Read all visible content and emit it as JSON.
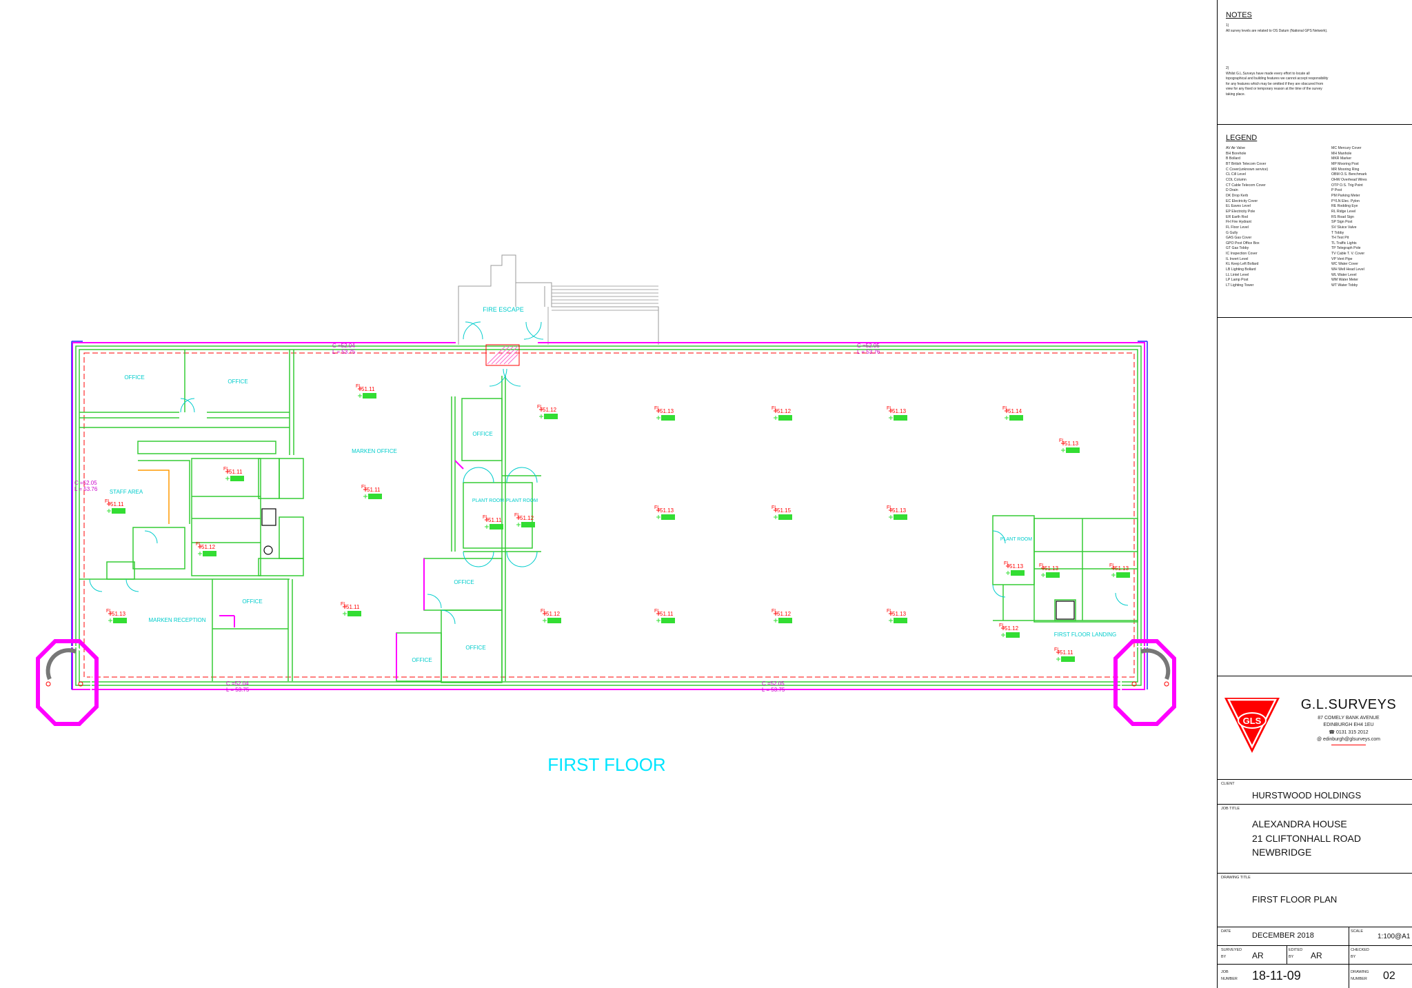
{
  "plan": {
    "floor_title": "FIRST FLOOR",
    "fire_escape_label": "FIRE ESCAPE",
    "rooms": {
      "office_1": "OFFICE",
      "office_2": "OFFICE",
      "marken_office": "MARKEN OFFICE",
      "staff_area": "STAFF AREA",
      "marken_reception": "MARKEN RECEPTION",
      "office_3": "OFFICE",
      "office_4": "OFFICE",
      "office_5": "OFFICE",
      "office_6": "OFFICE",
      "office_7": "OFFICE",
      "plant_room_1": "PLANT ROOM",
      "plant_room_2": "PLANT ROOM",
      "plant_room_3": "PLANT ROOM",
      "first_floor_landing": "FIRST FLOOR LANDING"
    },
    "level_annotations": {
      "top_mid_c": "C =52.04",
      "top_mid_l": "L = 53.75",
      "top_right_c": "C =52.05",
      "top_right_l": "L = 53.76",
      "left_c": "C =52.05",
      "left_l": "L = 53.76",
      "bottom_left_c": "C =52.04",
      "bottom_left_l": "L = 53.75",
      "bottom_right_c": "C =52.05",
      "bottom_right_l": "L = 53.75"
    },
    "floor_levels": [
      {
        "fl": "FL",
        "value": "51.11"
      },
      {
        "fl": "FL",
        "value": "51.12"
      },
      {
        "fl": "FL",
        "value": "51.13"
      },
      {
        "fl": "FL",
        "value": "51.12"
      },
      {
        "fl": "FL",
        "value": "51.13"
      },
      {
        "fl": "FL",
        "value": "51.14"
      },
      {
        "fl": "FL",
        "value": "51.13"
      },
      {
        "fl": "FL",
        "value": "51.11"
      },
      {
        "fl": "FL",
        "value": "51.13"
      },
      {
        "fl": "FL",
        "value": "51.15"
      },
      {
        "fl": "FL",
        "value": "51.13"
      },
      {
        "fl": "FL",
        "value": "51.11"
      },
      {
        "fl": "FL",
        "value": "51.12"
      },
      {
        "fl": "FL",
        "value": "51.11"
      },
      {
        "fl": "FL",
        "value": "51.13"
      },
      {
        "fl": "FL",
        "value": "51.13"
      },
      {
        "fl": "FL",
        "value": "51.13"
      },
      {
        "fl": "FL",
        "value": "51.12"
      },
      {
        "fl": "FL",
        "value": "51.13"
      },
      {
        "fl": "FL",
        "value": "51.12"
      },
      {
        "fl": "FL",
        "value": "51.11"
      },
      {
        "fl": "FL",
        "value": "51.12"
      },
      {
        "fl": "FL",
        "value": "51.13"
      },
      {
        "fl": "FL",
        "value": "51.12"
      },
      {
        "fl": "FL",
        "value": "51.11"
      },
      {
        "fl": "FL",
        "value": "51.11"
      },
      {
        "fl": "FL",
        "value": "51.11"
      }
    ],
    "colors": {
      "walls": "#33cc33",
      "outline": "#ff00ff",
      "room_label": "#00cccc",
      "level": "#ff0000",
      "level_tag": "#33dd33"
    }
  },
  "titleblock": {
    "notes": {
      "heading": "NOTES",
      "n1_num": "1)",
      "n1_text": "All survey levels are related to OS Datum (National GPS Network).",
      "n2_num": "2)",
      "n2_text": "Whilst G.L.Surveys have made every effort to locate all topographical and building features we cannot accept responsibility for any features which may be omitted if they are obscured from view for any fixed or temporary reason at the time of the survey taking place."
    },
    "legend": {
      "heading": "LEGEND",
      "left": [
        "AV  Air Valve",
        "BH  Borehole",
        "B   Bollard",
        "BT  British Telecom Cover",
        "C   Cover(unknown service)",
        "CL  Cill Level",
        "COL Column",
        "CT  Cable Telecom Cover",
        "D   Drain",
        "DK  Drop Kerb",
        "EC  Electricity Cover",
        "EL  Eaves Level",
        "EP  Electricity Pole",
        "ER  Earth Rod",
        "FH  Fire Hydrant",
        "FL  Floor Level",
        "G   Gully",
        "GAS Gas Cover",
        "GPO Post Office Box",
        "GT  Gas Tobby",
        "IC  Inspection Cover",
        "IL  Invert Level",
        "KL  Keep Left Bollard",
        "LB  Lighting Bollard",
        "LL  Lintel Level",
        "LP  Lamp Post",
        "LT  Lighting Tower"
      ],
      "right": [
        "MC  Mercury Cover",
        "MH  Manhole",
        "MKR Marker",
        "MP  Mooring Post",
        "MR  Mooring Ring",
        "OBM O.S. Benchmark",
        "OHW Overhead Wires",
        "OTP O.S. Trig Point",
        "P   Post",
        "PM  Parking Meter",
        "PYLN Elec. Pylon",
        "RE  Rodding Eye",
        "RL  Ridge Level",
        "RS  Road Sign",
        "SP  Sign Post",
        "SV  Sluice Valve",
        "T   Tobby",
        "TH  Test Pit",
        "TL  Traffic Lights",
        "TP  Telegraph Pole",
        "TV  Cable T. V. Cover",
        "VP  Vent Pipe",
        "WC  Water Cover",
        "WH  Well Head Level",
        "WL  Water Level",
        "WM  Water Meter",
        "WT  Water Tobby"
      ]
    },
    "company": {
      "logo_text": "GLS",
      "name": "G.L.SURVEYS",
      "addr1": "87 COMELY BANK AVENUE",
      "addr2": "EDINBURGH EH4 1EU",
      "phone": "0131 315 2012",
      "email": "edinburgh@glsurveys.com"
    },
    "client_label": "CLIENT",
    "client": "HURSTWOOD HOLDINGS",
    "job_title_label": "JOB TITLE",
    "job_title": [
      "ALEXANDRA HOUSE",
      "21 CLIFTONHALL ROAD",
      "NEWBRIDGE"
    ],
    "drawing_title_label": "DRAWING TITLE",
    "drawing_title": "FIRST FLOOR PLAN",
    "date_label": "DATE",
    "date": "DECEMBER 2018",
    "scale_label": "SCALE",
    "scale": "1:100@A1",
    "surveyed_label_1": "SURVEYED",
    "surveyed_label_2": "BY",
    "surveyed": "AR",
    "edited_label_1": "EDITED",
    "edited_label_2": "BY",
    "edited": "AR",
    "checked_label_1": "CHECKED",
    "checked_label_2": "BY",
    "checked": "",
    "job_label_1": "JOB",
    "job_label_2": "NUMBER",
    "job_number": "18-11-09",
    "drawing_label_1": "DRAWING",
    "drawing_label_2": "NUMBER",
    "drawing_number": "02"
  }
}
